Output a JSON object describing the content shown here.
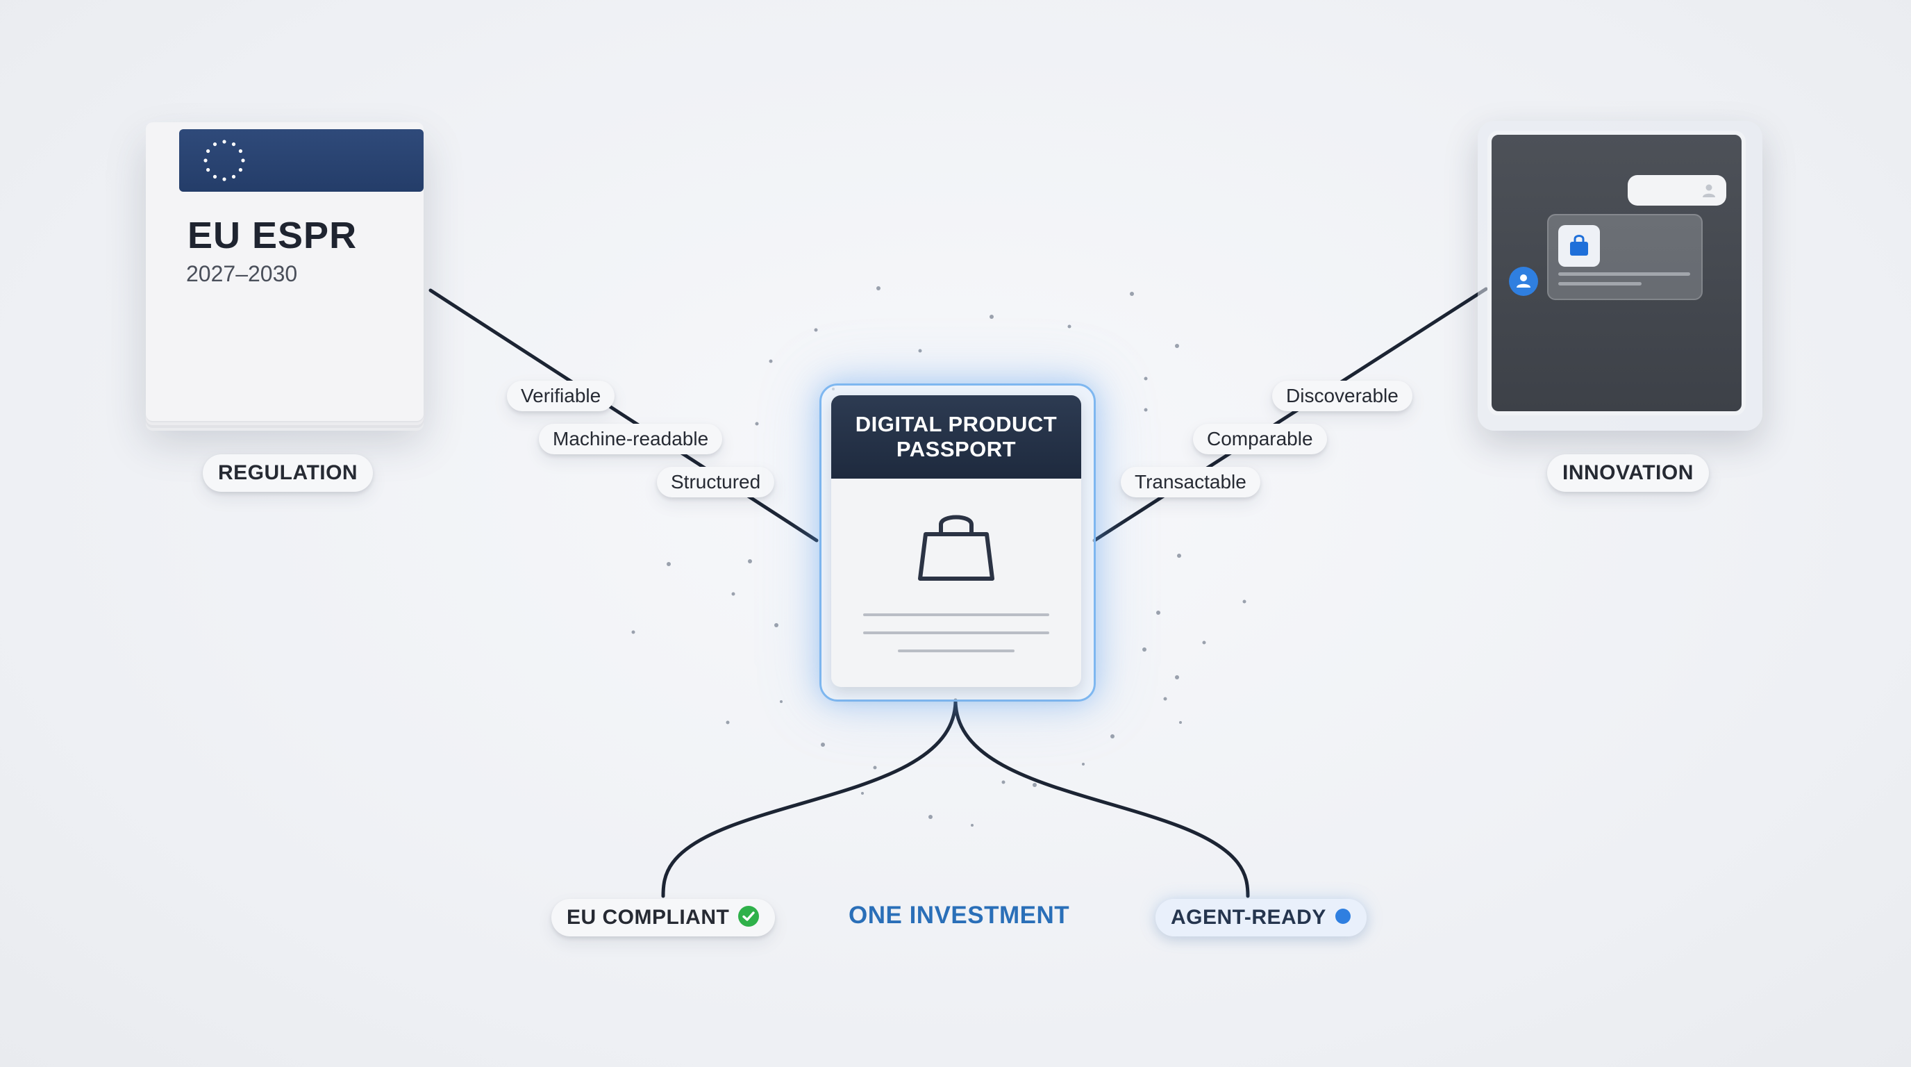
{
  "regulation": {
    "doc_title": "EU ESPR",
    "doc_years": "2027–2030",
    "label": "REGULATION"
  },
  "center": {
    "title_line1": "DIGITAL PRODUCT",
    "title_line2": "PASSPORT"
  },
  "innovation": {
    "label": "INNOVATION"
  },
  "left_properties": [
    "Verifiable",
    "Machine-readable",
    "Structured"
  ],
  "right_properties": [
    "Discoverable",
    "Comparable",
    "Transactable"
  ],
  "bottom": {
    "compliant": "EU COMPLIANT",
    "investment": "ONE INVESTMENT",
    "agent_ready": "AGENT-READY"
  },
  "colors": {
    "eu_blue": "#243d69",
    "glow_blue": "#7eb7f0",
    "check_green": "#2fb14a",
    "agent_blue": "#2f7fe0",
    "accent_text": "#2a6fb8"
  },
  "icons": {
    "eu_flag": "eu-stars-icon",
    "bag": "shopping-bag-icon",
    "check": "check-circle-icon",
    "agent": "agent-dot-icon",
    "user": "user-icon"
  }
}
